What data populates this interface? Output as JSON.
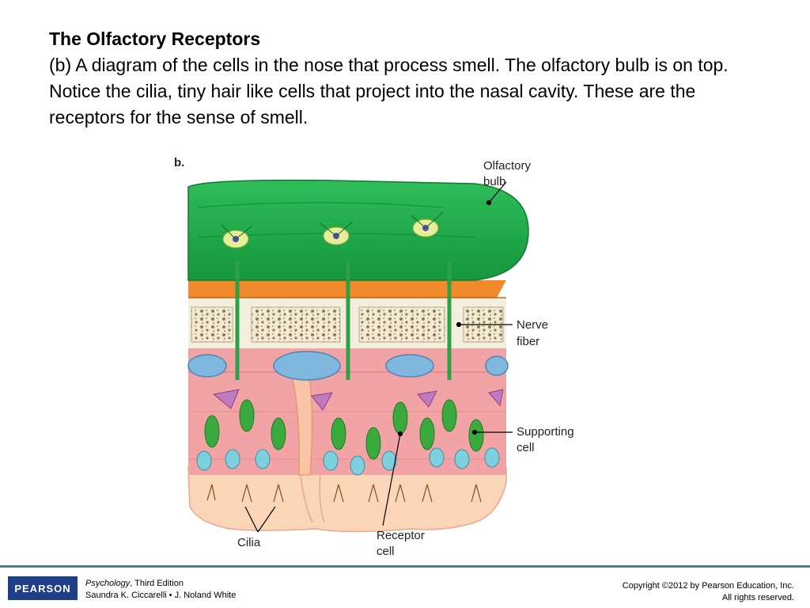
{
  "slide": {
    "title": "The Olfactory Receptors",
    "body": "(b) A diagram of the cells in the nose that process smell. The olfactory bulb is on top. Notice the cilia, tiny hair like cells that project into the nasal cavity. These are the receptors for the sense of smell."
  },
  "figure": {
    "panel_label": "b.",
    "labels": {
      "olfactory_bulb": [
        "Olfactory",
        "bulb"
      ],
      "nerve_fiber": [
        "Nerve",
        "fiber"
      ],
      "supporting_cell": [
        "Supporting",
        "cell"
      ],
      "cilia": "Cilia",
      "receptor_cell": [
        "Receptor",
        "cell"
      ]
    }
  },
  "footer": {
    "logo": "PEARSON",
    "book_title": "Psychology",
    "edition": ", Third Edition",
    "authors": "Saundra K. Ciccarelli • J. Noland White",
    "copyright": "Copyright ©2012 by Pearson Education, Inc.",
    "rights": "All rights reserved."
  },
  "colors": {
    "bulb_green": "#1ea84a",
    "orange_layer": "#f08a2a",
    "bone": "#f3eedd",
    "tissue_pink": "#f2a3a5",
    "basal_peach": "#fbd5b8",
    "receptor_green": "#3aaa3e",
    "supporting_blue": "#7fd0df",
    "footer_blue": "#1f3f86"
  }
}
